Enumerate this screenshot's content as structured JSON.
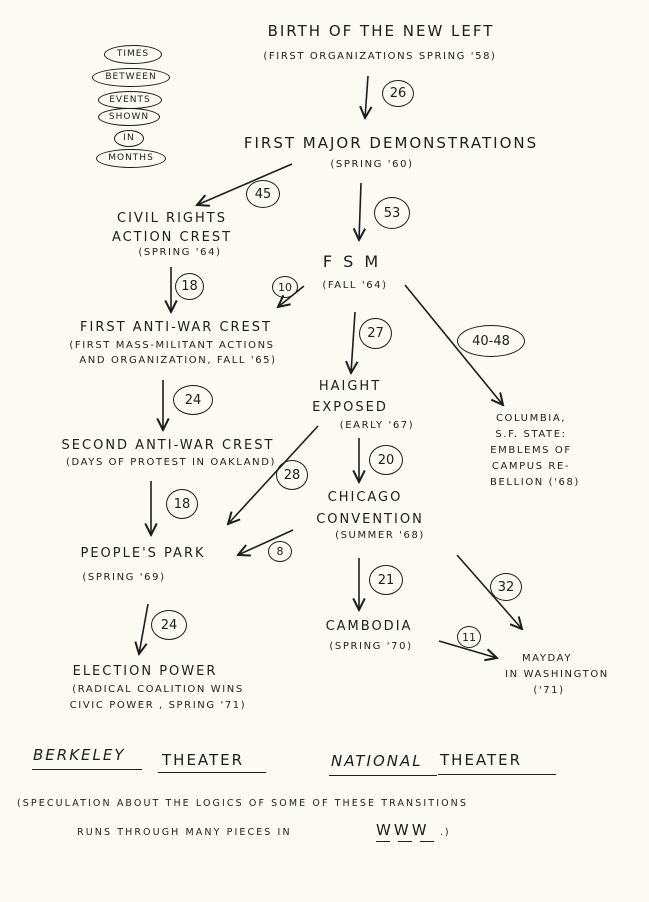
{
  "legend": [
    "TIMES",
    "BETWEEN",
    "EVENTS",
    "SHOWN",
    "IN",
    "MONTHS"
  ],
  "nodes": {
    "birth": {
      "title": "BIRTH OF THE NEW LEFT",
      "sub": "(FIRST ORGANIZATIONS SPRING '58)"
    },
    "first_major": {
      "title": "FIRST MAJOR DEMONSTRATIONS",
      "sub": "(SPRING '60)"
    },
    "civil_rights": {
      "title1": "CIVIL RIGHTS",
      "title2": "ACTION CREST",
      "sub": "(SPRING '64)"
    },
    "fsm": {
      "title": "F S M",
      "sub": "(FALL '64)"
    },
    "first_antiwar": {
      "title": "FIRST ANTI-WAR CREST",
      "sub1": "(FIRST MASS-MILITANT ACTIONS",
      "sub2": "AND ORGANIZATION, FALL '65)"
    },
    "haight": {
      "title1": "HAIGHT",
      "title2": "EXPOSED",
      "sub": "(EARLY '67)"
    },
    "columbia": {
      "l1": "COLUMBIA,",
      "l2": "S.F. STATE:",
      "l3": "EMBLEMS OF",
      "l4": "CAMPUS RE-",
      "l5": "BELLION ('68)"
    },
    "second_antiwar": {
      "title": "SECOND ANTI-WAR CREST",
      "sub": "(DAYS OF PROTEST IN OAKLAND)"
    },
    "chicago": {
      "title1": "CHICAGO",
      "title2": "CONVENTION",
      "sub": "(SUMMER '68)"
    },
    "peoples_park": {
      "title": "PEOPLE'S PARK",
      "sub": "(SPRING '69)"
    },
    "cambodia": {
      "title": "CAMBODIA",
      "sub": "(SPRING '70)"
    },
    "mayday": {
      "l1": "MAYDAY",
      "l2": "IN WASHINGTON",
      "l3": "('71)"
    },
    "election": {
      "title": "ELECTION POWER",
      "sub1": "(RADICAL COALITION WINS",
      "sub2": "CIVIC POWER , SPRING '71)"
    }
  },
  "intervals": {
    "birth_to_first": "26",
    "first_to_civil": "45",
    "first_to_fsm": "53",
    "fsm_to_antiwar": "10",
    "civil_to_antiwar": "18",
    "fsm_to_haight": "27",
    "fsm_to_columbia": "40-48",
    "antiwar_to_second": "24",
    "haight_to_park": "28",
    "haight_to_chicago": "20",
    "second_to_park": "18",
    "chicago_to_park": "8",
    "chicago_to_cambodia": "21",
    "chicago_to_mayday": "32",
    "park_to_election": "24",
    "cambodia_to_mayday": "11"
  },
  "footer": {
    "berkeley": "BERKELEY",
    "theater1": "THEATER",
    "national": "NATIONAL",
    "theater2": "THEATER",
    "note1": "(SPECULATION ABOUT THE LOGICS OF SOME OF THESE TRANSITIONS",
    "note2": "RUNS THROUGH MANY PIECES IN",
    "note_w1": "W",
    "note_w2": "W",
    "note_w3": "W",
    "note_end": ".)"
  },
  "colors": {
    "ink": "#1d1d1d",
    "paper": "#fbfaf3"
  }
}
